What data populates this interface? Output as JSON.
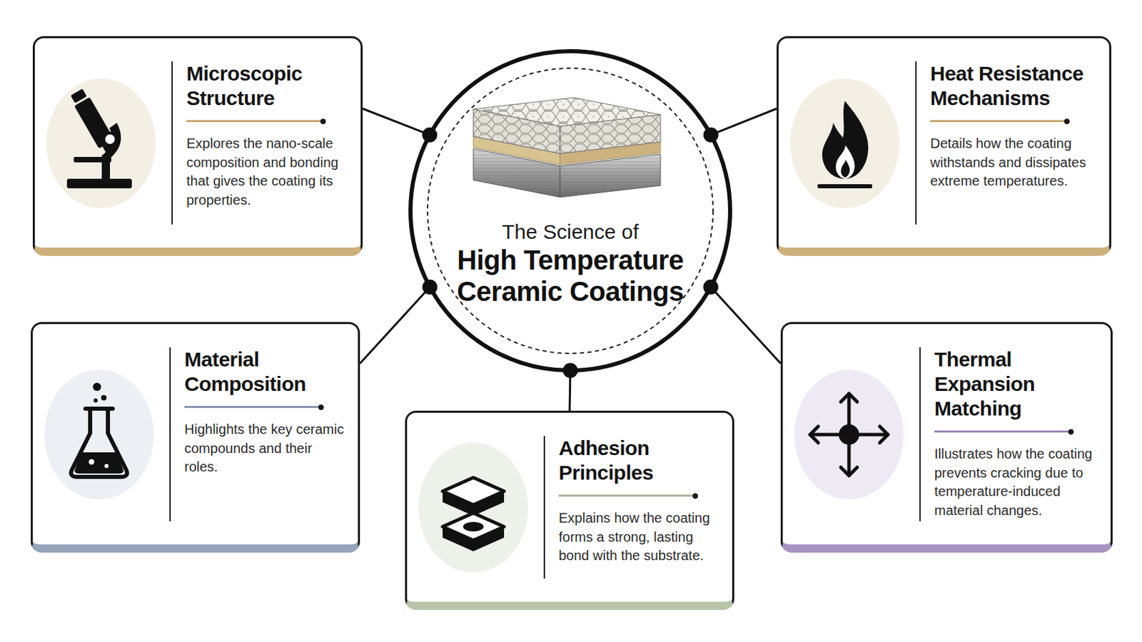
{
  "diagram": {
    "nodes": [
      {
        "text": [
          "The Science of",
          "High Temperature Ceramic Coatings"
        ]
      },
      {
        "text": [
          "Microscopic Structure",
          "Explores the nano-scale composition and bonding that gives the coating its properties."
        ]
      },
      {
        "text": [
          "Heat Resistance Mechanisms",
          "Details how the coating withstands and dissipates extreme temperatures."
        ]
      },
      {
        "text": [
          "Material Composition",
          "Highlights the key ceramic compounds and their roles."
        ]
      },
      {
        "text": [
          "Adhesion Principles",
          "Explains how the coating forms a strong, lasting bond with the substrate."
        ]
      },
      {
        "text": [
          "Thermal Expansion Matching",
          "Illustrates how the coating prevents cracking due to temperature-induced material changes."
        ]
      }
    ],
    "edges": [
      {
        "from": 0,
        "to": 1,
        "arrow": "none"
      },
      {
        "from": 0,
        "to": 2,
        "arrow": "none"
      },
      {
        "from": 0,
        "to": 3,
        "arrow": "none"
      },
      {
        "from": 0,
        "to": 4,
        "arrow": "none"
      },
      {
        "from": 0,
        "to": 5,
        "arrow": "none"
      }
    ]
  }
}
